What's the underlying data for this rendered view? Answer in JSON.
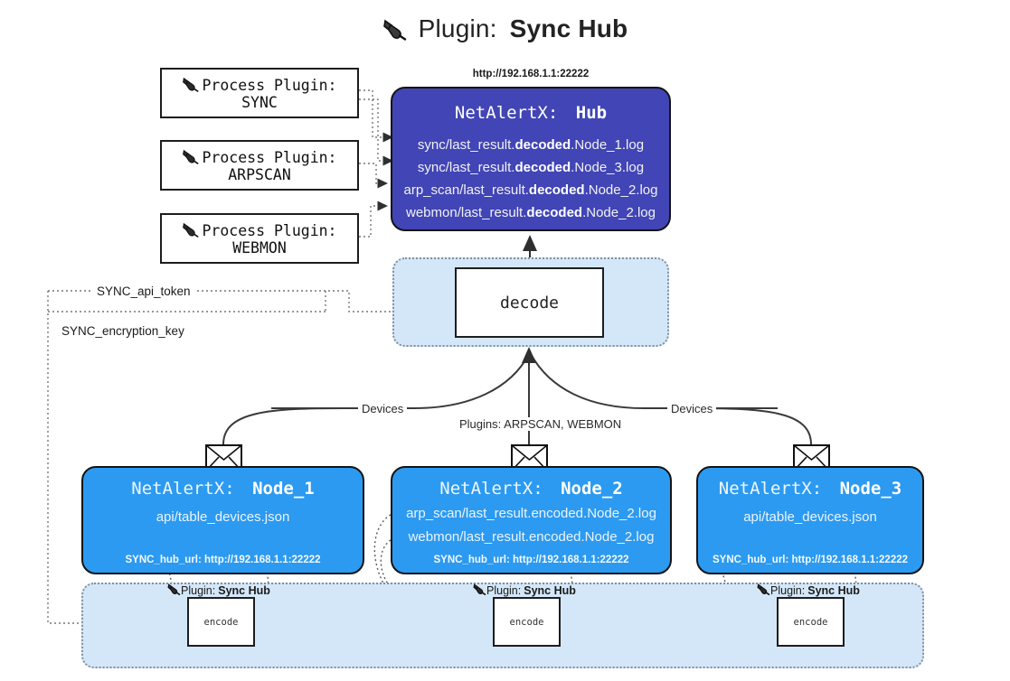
{
  "header": {
    "icon": "plug-icon",
    "prefix": "Plugin:",
    "name": "Sync Hub"
  },
  "process_plugins": [
    {
      "icon": "plug-icon",
      "line1": "Process Plugin:",
      "line2": "SYNC"
    },
    {
      "icon": "plug-icon",
      "line1": "Process Plugin:",
      "line2": "ARPSCAN"
    },
    {
      "icon": "plug-icon",
      "line1": "Process Plugin:",
      "line2": "WEBMON"
    }
  ],
  "hub": {
    "url": "http://192.168.1.1:22222",
    "title_prefix": "NetAlertX:",
    "title_name": "Hub",
    "lines": [
      {
        "pre": "sync/last_result.",
        "bold": "decoded",
        "post": ".Node_1.log"
      },
      {
        "pre": "sync/last_result.",
        "bold": "decoded",
        "post": ".Node_3.log"
      },
      {
        "pre": "arp_scan/last_result.",
        "bold": "decoded",
        "post": ".Node_2.log"
      },
      {
        "pre": "webmon/last_result.",
        "bold": "decoded",
        "post": ".Node_2.log"
      }
    ],
    "fill_color": "#4145B5"
  },
  "decode": {
    "label": "decode",
    "container_color": "#D4E7F8"
  },
  "tokens": [
    {
      "label": "SYNC_api_token"
    },
    {
      "label": "SYNC_encryption_key"
    }
  ],
  "edge_labels": {
    "left_devices": "Devices",
    "right_devices": "Devices",
    "center_plugins": "Plugins: ARPSCAN, WEBMON"
  },
  "nodes": [
    {
      "icon": "envelope-icon",
      "title_prefix": "NetAlertX:",
      "title_name": "Node_1",
      "lines": [
        "api/table_devices.json"
      ],
      "footer": "SYNC_hub_url: http://192.168.1.1:22222",
      "fill_color": "#2C9AF0"
    },
    {
      "icon": "envelope-icon",
      "title_prefix": "NetAlertX:",
      "title_name": "Node_2",
      "lines": [
        "arp_scan/last_result.encoded.Node_2.log",
        "webmon/last_result.encoded.Node_2.log"
      ],
      "footer": "SYNC_hub_url: http://192.168.1.1:22222",
      "fill_color": "#2C9AF0"
    },
    {
      "icon": "envelope-icon",
      "title_prefix": "NetAlertX:",
      "title_name": "Node_3",
      "lines": [
        "api/table_devices.json"
      ],
      "footer": "SYNC_hub_url: http://192.168.1.1:22222",
      "fill_color": "#2C9AF0"
    }
  ],
  "encoders": [
    {
      "icon": "plug-icon",
      "label_prefix": "Plugin:",
      "label_name": "Sync Hub",
      "box_label": "encode"
    },
    {
      "icon": "plug-icon",
      "label_prefix": "Plugin:",
      "label_name": "Sync Hub",
      "box_label": "encode"
    },
    {
      "icon": "plug-icon",
      "label_prefix": "Plugin:",
      "label_name": "Sync Hub",
      "box_label": "encode"
    }
  ]
}
